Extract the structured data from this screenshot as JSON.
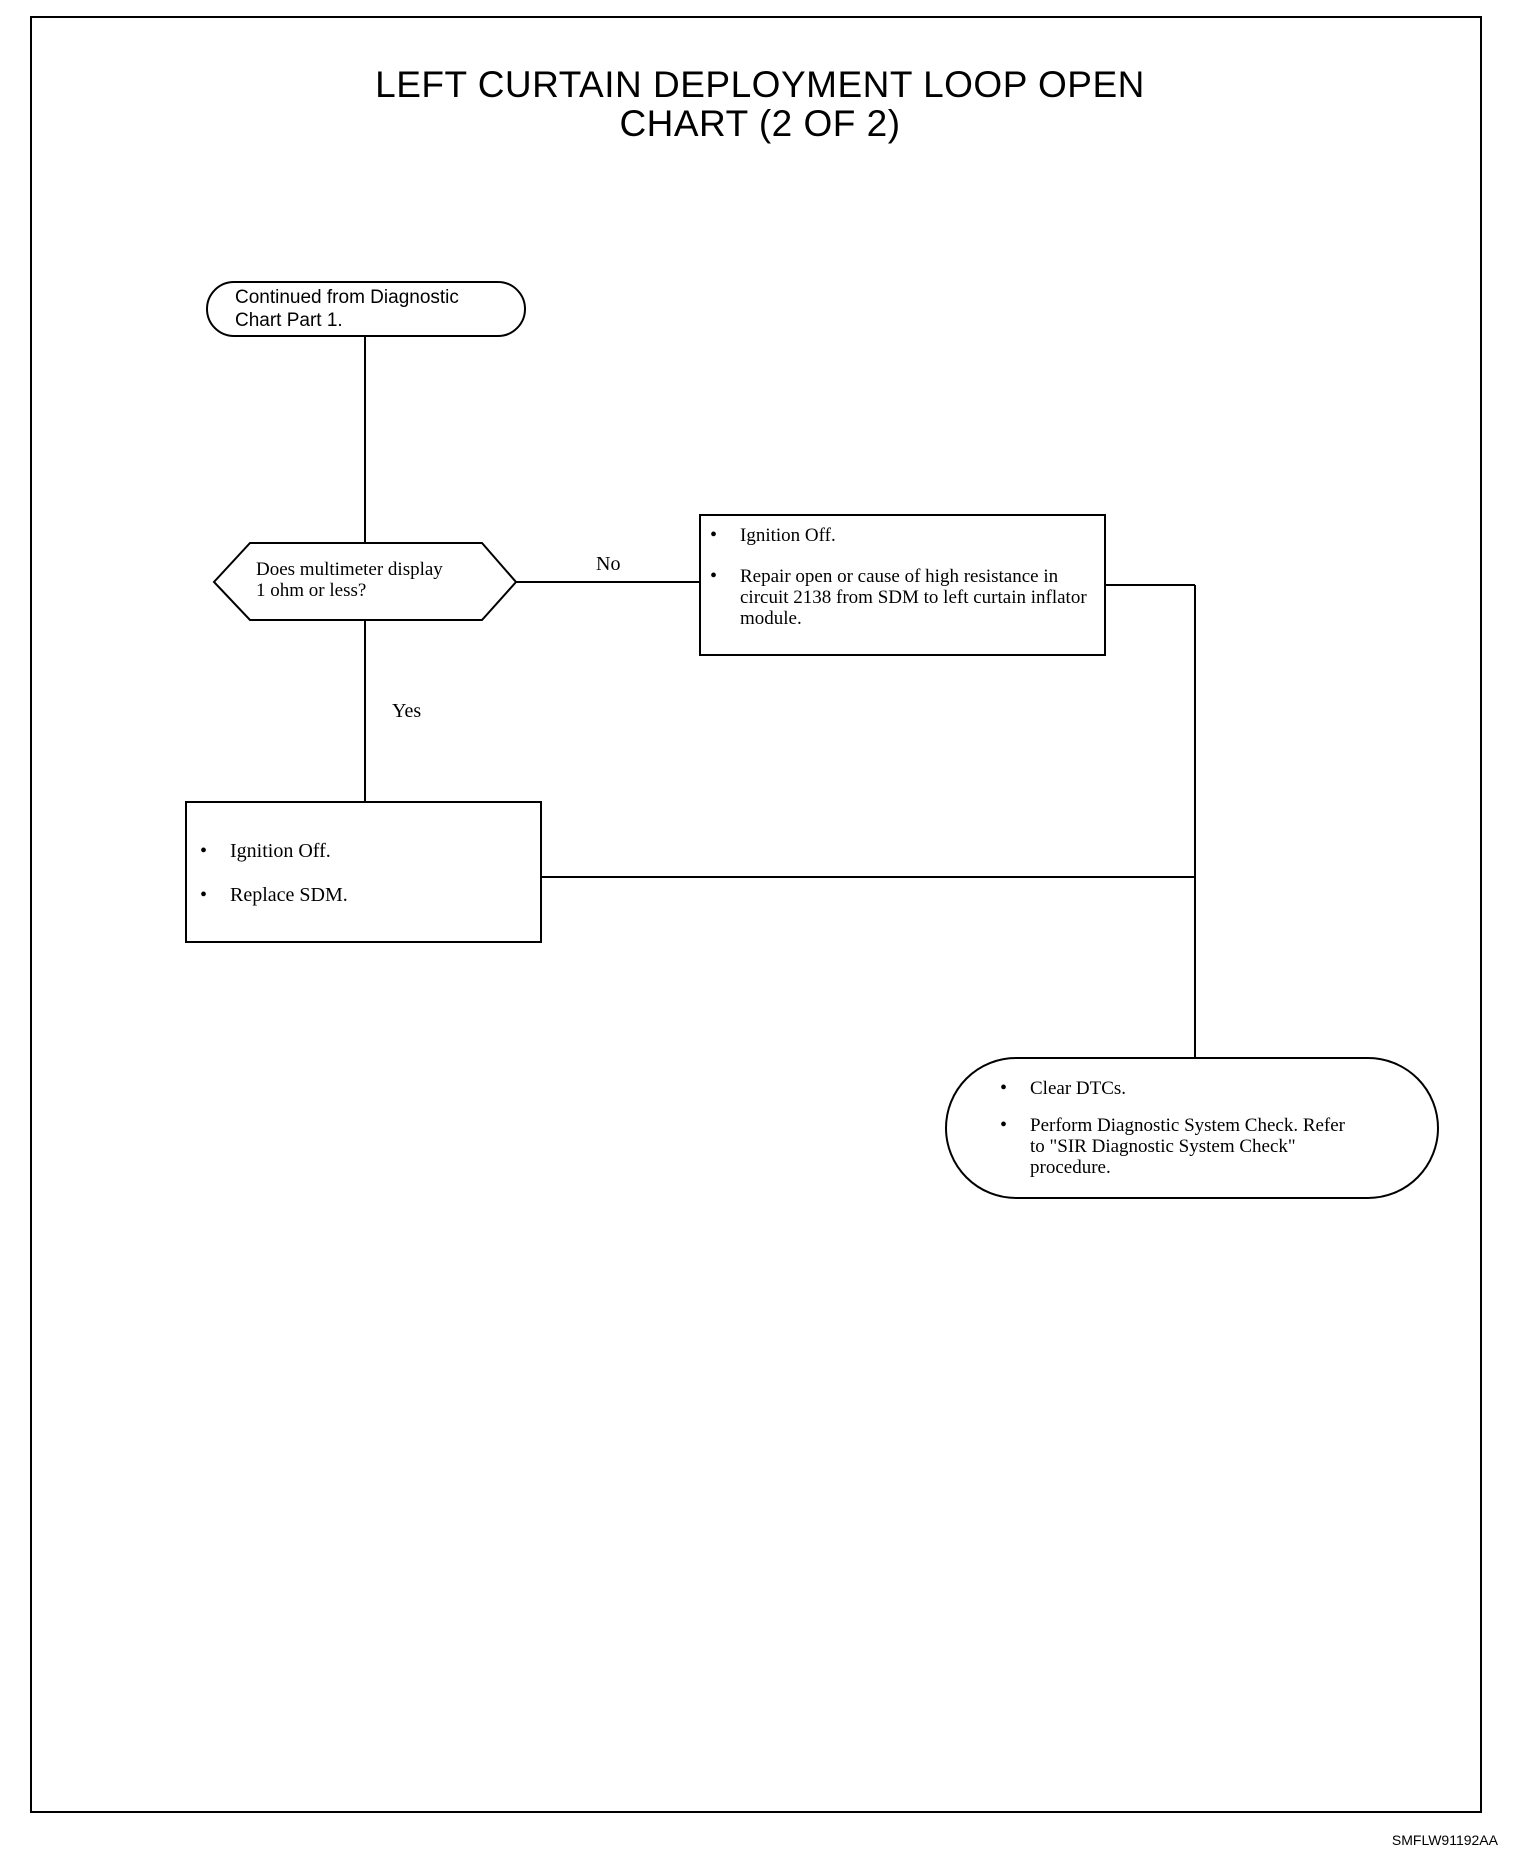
{
  "title": {
    "line1": "LEFT CURTAIN DEPLOYMENT LOOP OPEN",
    "line2": "CHART (2 OF 2)"
  },
  "start": {
    "line1": "Continued from Diagnostic",
    "line2": "Chart Part 1."
  },
  "decision": {
    "line1": "Does multimeter display",
    "line2": "1 ohm or less?"
  },
  "branches": {
    "no_label": "No",
    "yes_label": "Yes"
  },
  "no_action": {
    "items": [
      "Ignition Off.",
      "Repair open or cause of high resistance in circuit 2138 from SDM to left curtain inflator module."
    ]
  },
  "yes_action": {
    "items": [
      "Ignition Off.",
      "Replace SDM."
    ]
  },
  "end": {
    "items": [
      "Clear DTCs.",
      "Perform Diagnostic System Check.  Refer to \"SIR Diagnostic System Check\" procedure."
    ]
  },
  "figure_code": "SMFLW91192AA"
}
